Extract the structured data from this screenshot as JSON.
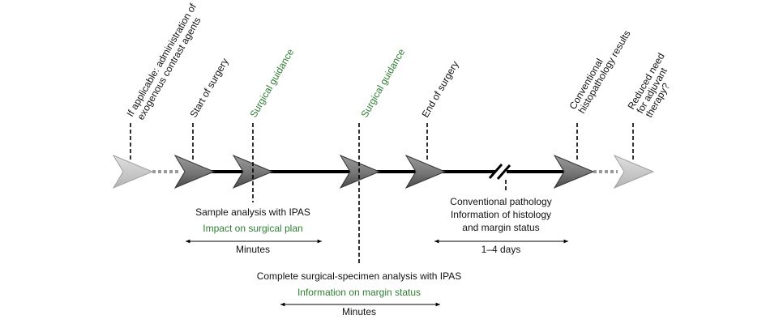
{
  "colors": {
    "line": "#000000",
    "arrow_dark_top": "#8a8a8a",
    "arrow_dark_bottom": "#505050",
    "arrow_light": "#cfcfcf",
    "green_text": "#2e7d32"
  },
  "timeline_labels": {
    "contrast_line1": "If applicable: administration of",
    "contrast_line2": "exogenous contrast agents",
    "start_surgery": "Start of surgery",
    "surgical_guidance_1": "Surgical guidance",
    "surgical_guidance_2": "Surgical guidance",
    "end_surgery": "End of surgery",
    "conventional_line1": "Conventional",
    "conventional_line2": "histopathology results",
    "reduced_line1": "Reduced need",
    "reduced_line2": "for adjuvant",
    "reduced_line3": "therapy?"
  },
  "sample_block": {
    "title": "Sample analysis with IPAS",
    "subtitle": "Impact on surgical plan",
    "duration": "Minutes"
  },
  "pathology_block": {
    "line1": "Conventional pathology",
    "line2": "Information of histology",
    "line3": "and margin status",
    "duration": "1–4 days"
  },
  "specimen_block": {
    "title": "Complete surgical-specimen analysis with IPAS",
    "subtitle": "Information on margin status",
    "duration": "Minutes"
  }
}
